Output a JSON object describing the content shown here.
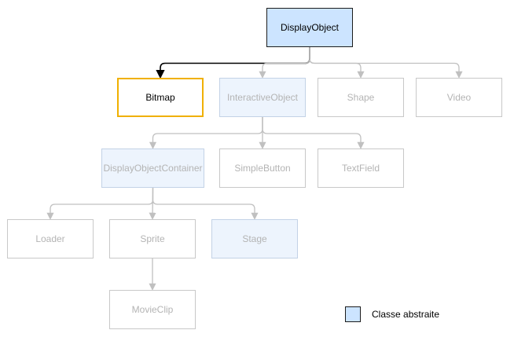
{
  "diagram": {
    "nodes": {
      "display_object": "DisplayObject",
      "bitmap": "Bitmap",
      "interactive_object": "InteractiveObject",
      "shape": "Shape",
      "video": "Video",
      "display_object_container": "DisplayObjectContainer",
      "simple_button": "SimpleButton",
      "text_field": "TextField",
      "loader": "Loader",
      "sprite": "Sprite",
      "stage": "Stage",
      "movie_clip": "MovieClip"
    },
    "abstract_nodes": [
      "display_object",
      "interactive_object",
      "display_object_container",
      "stage"
    ],
    "highlighted_node": "bitmap",
    "edges": [
      {
        "from": "display_object",
        "to": "bitmap",
        "active": true
      },
      {
        "from": "display_object",
        "to": "interactive_object",
        "active": false
      },
      {
        "from": "display_object",
        "to": "shape",
        "active": false
      },
      {
        "from": "display_object",
        "to": "video",
        "active": false
      },
      {
        "from": "interactive_object",
        "to": "display_object_container",
        "active": false
      },
      {
        "from": "interactive_object",
        "to": "simple_button",
        "active": false
      },
      {
        "from": "interactive_object",
        "to": "text_field",
        "active": false
      },
      {
        "from": "display_object_container",
        "to": "loader",
        "active": false
      },
      {
        "from": "display_object_container",
        "to": "sprite",
        "active": false
      },
      {
        "from": "display_object_container",
        "to": "stage",
        "active": false
      },
      {
        "from": "sprite",
        "to": "movie_clip",
        "active": false
      }
    ]
  },
  "legend": {
    "label": "Classe abstraite"
  },
  "colors": {
    "abstract_fill": "#cce4ff",
    "highlight_border": "#f0b000",
    "dim_border": "#c8c8c8",
    "dim_text": "#b4b4b4",
    "active_edge": "#000000"
  }
}
